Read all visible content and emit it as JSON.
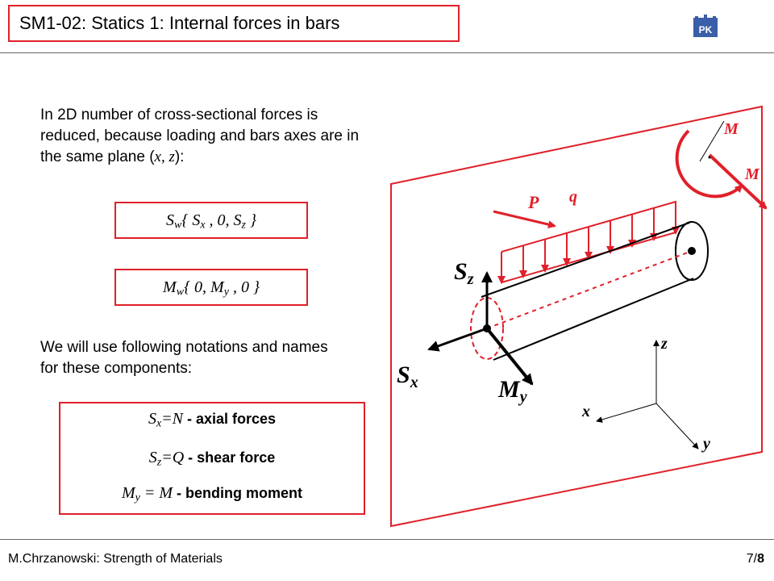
{
  "header": {
    "title": "SM1-02: Statics 1: Internal forces in bars",
    "logo_text": "PK"
  },
  "intro": {
    "text": "In 2D number of cross-sectional forces is reduced, because loading and bars axes are in the same plane (",
    "plane": "x, z",
    "text_end": "):"
  },
  "formulas": {
    "sw_main": "S",
    "sw_sub": "w",
    "sw_body": "{ S",
    "sw_sx": "x",
    "sw_mid": " , 0, S",
    "sw_sz": "z",
    "sw_end": " }",
    "mw_main": "M",
    "mw_sub": "w",
    "mw_body": "{ 0, M",
    "mw_my": "y",
    "mw_end": " , 0 }"
  },
  "notations": {
    "text": "We will use following notations and names for these components:"
  },
  "names": {
    "n1_s": "S",
    "n1_sub": "x",
    "n1_eq": "=N",
    "n1_dash": " - ",
    "n1_desc": "axial forces",
    "n2_s": "S",
    "n2_sub": "z",
    "n2_eq": "=Q",
    "n2_dash": " - ",
    "n2_desc": "shear force",
    "n3_s": "M",
    "n3_sub": "y",
    "n3_eq": " = M",
    "n3_dash": " - ",
    "n3_desc": "bending moment"
  },
  "diagram": {
    "label_M_top": "M",
    "label_M_right": "M",
    "label_P": "P",
    "label_q": "q",
    "label_Sz": "S",
    "label_Sz_sub": "z",
    "label_Sx": "S",
    "label_Sx_sub": "x",
    "label_My": "M",
    "label_My_sub": "y",
    "axis_z": "z",
    "axis_x": "x",
    "axis_y": "y"
  },
  "footer": {
    "author": "M.Chrzanowski: Strength of Materials",
    "page_current": "7",
    "page_sep": "/",
    "page_total": "8"
  },
  "colors": {
    "accent_red": "#e0202a",
    "rule_gray": "#666666"
  }
}
